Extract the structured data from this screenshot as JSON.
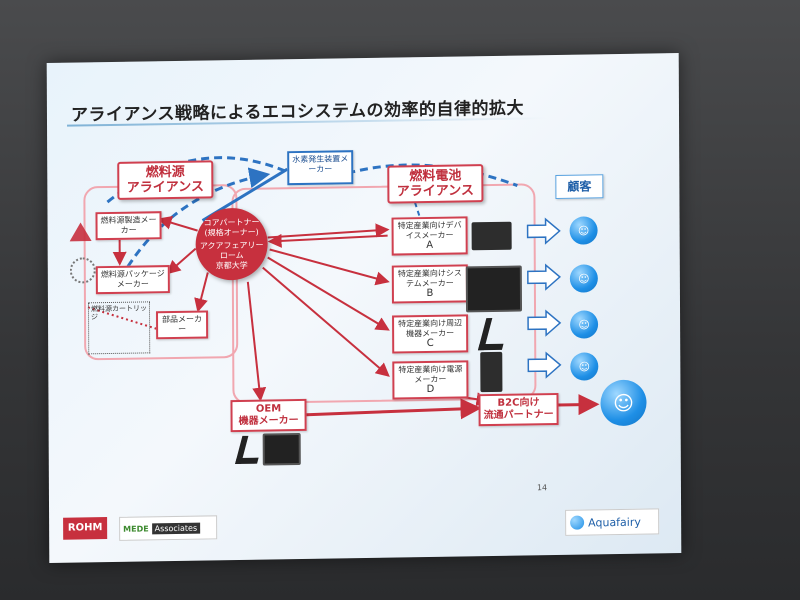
{
  "slide": {
    "title": "アライアンス戦略によるエコシステムの効率的自律的拡大",
    "page_number": "14"
  },
  "fuel_source": {
    "header_line1": "燃料源",
    "header_line2": "アライアンス",
    "maker1": "燃料源製造メーカー",
    "maker2": "燃料源パッケージメーカー",
    "maker3": "部品メーカー",
    "cartridge": "燃料源カートリッジ"
  },
  "hydrogen": {
    "label": "水素発生装置メーカー"
  },
  "core": {
    "line1": "コアパートナー",
    "line2": "(規格オーナー)",
    "line3": "アクアフェアリー",
    "line4": "ローム",
    "line5": "京都大学"
  },
  "fuel_cell": {
    "header_line1": "燃料電池",
    "header_line2": "アライアンス",
    "items": [
      {
        "label": "特定産業向けデバイスメーカー",
        "letter": "A"
      },
      {
        "label": "特定産業向けシステムメーカー",
        "letter": "B"
      },
      {
        "label": "特定産業向け周辺機器メーカー",
        "letter": "C"
      },
      {
        "label": "特定産業向け電源メーカー",
        "letter": "D"
      }
    ]
  },
  "customer": {
    "label": "顧客"
  },
  "oem": {
    "line1": "OEM",
    "line2": "機器メーカー"
  },
  "b2c": {
    "line1": "B2C向け",
    "line2": "流通パートナー"
  },
  "logos": {
    "rohm": "ROHM",
    "mede1": "MEDE",
    "mede2": "Associates",
    "aquafairy": "Aquafairy"
  },
  "colors": {
    "accent_red": "#c7303e",
    "blue": "#2d73c2",
    "smiley": "#1e8fe6"
  }
}
